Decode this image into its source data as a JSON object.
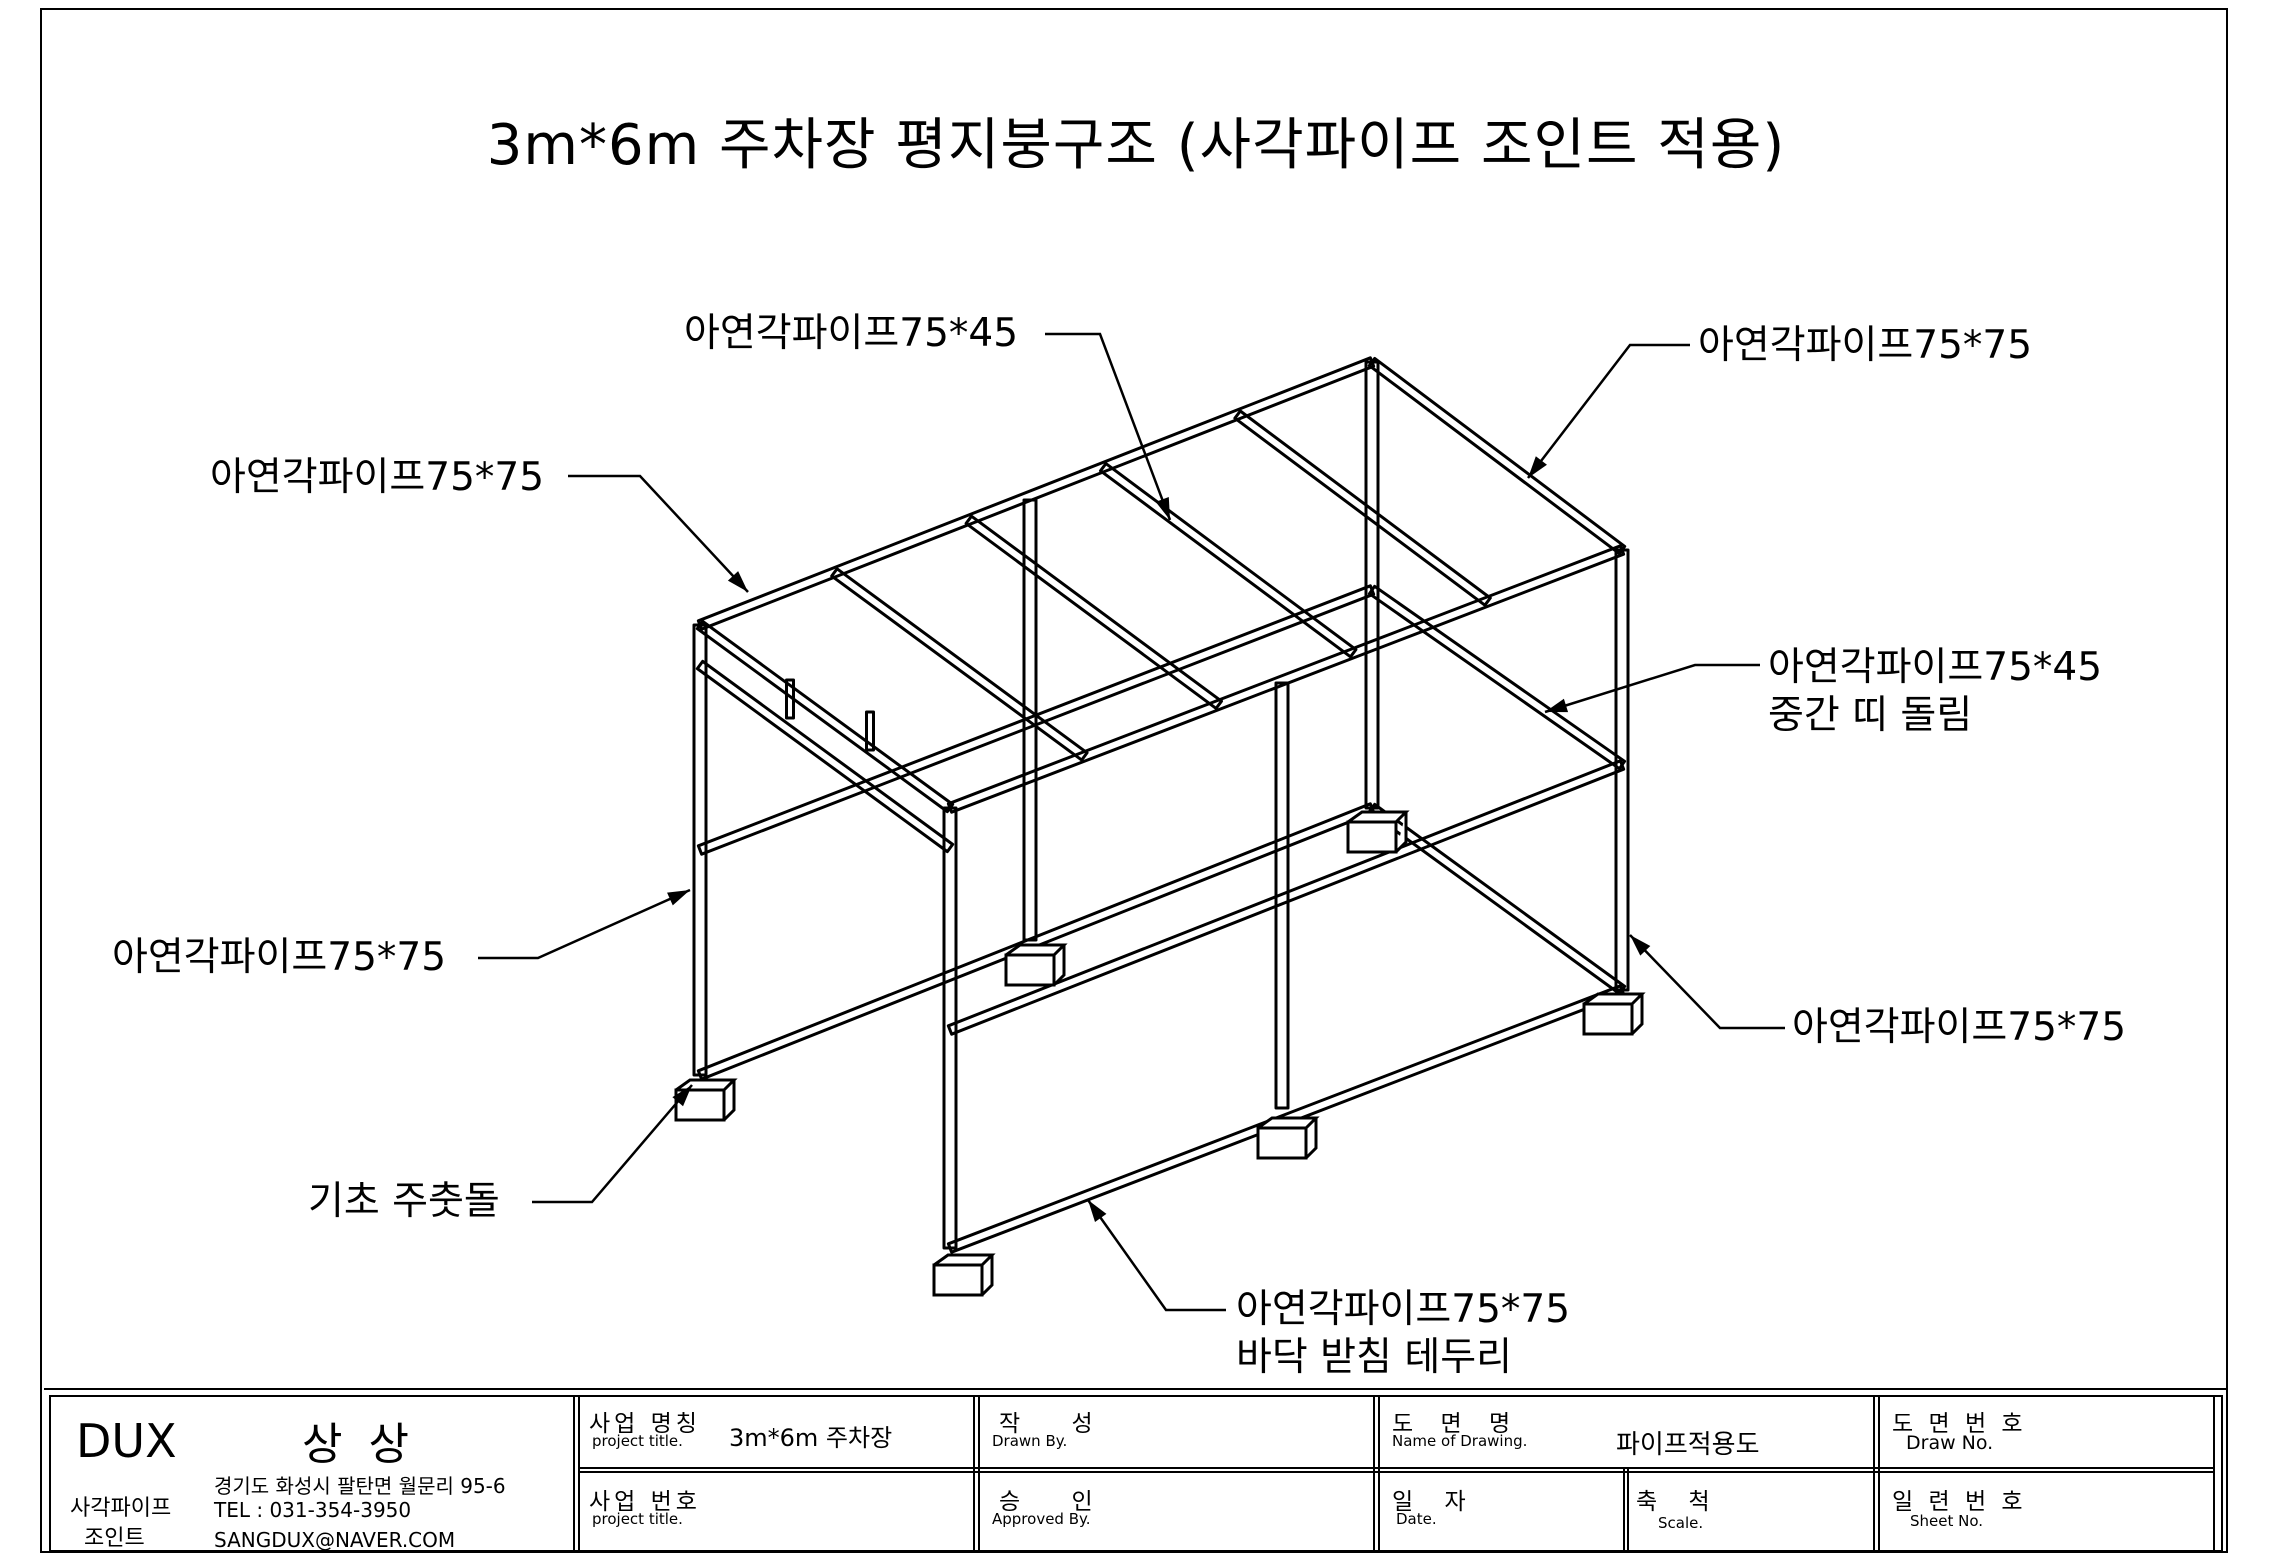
{
  "title": "3m*6m 주차장 평지붕구조 (사각파이프 조인트 적용)",
  "callouts": {
    "top_purlin": "아연각파이프75*45",
    "top_right_beam": "아연각파이프75*75",
    "top_left_beam": "아연각파이프75*75",
    "mid_girt_line1": "아연각파이프75*45",
    "mid_girt_line2": "중간 띠 돌림",
    "left_post": "아연각파이프75*75",
    "right_post": "아연각파이프75*75",
    "footing": "기초 주춧돌",
    "base_line1": "아연각파이프75*75",
    "base_line2": "바닥 받침 테두리"
  },
  "title_block": {
    "company_name": "DUX",
    "company_name_kr": "상 상",
    "product_line1": "사각파이프",
    "product_line2": "조인트",
    "address": "경기도 화성시 팔탄면 월문리 95-6",
    "tel": "TEL : 031-354-3950",
    "email": "SANGDUX@NAVER.COM",
    "project_name_kr": "사업 명칭",
    "project_name_en": "project title.",
    "project_name_value": "3m*6m 주차장",
    "project_no_kr": "사업 번호",
    "project_no_en": "project title.",
    "drawn_kr": "작 성",
    "drawn_en": "Drawn By.",
    "approved_kr": "승 인",
    "approved_en": "Approved By.",
    "drawing_name_kr": "도 면 명",
    "drawing_name_en": "Name of Drawing.",
    "drawing_name_value": "파이프적용도",
    "date_kr": "일 자",
    "date_en": "Date.",
    "scale_kr": "축 척",
    "scale_en": "Scale.",
    "drawing_no_kr": "도 면 번 호",
    "drawing_no_en": "Draw No.",
    "sheet_no_kr": "일 련 번 호",
    "sheet_no_en": "Sheet No."
  }
}
